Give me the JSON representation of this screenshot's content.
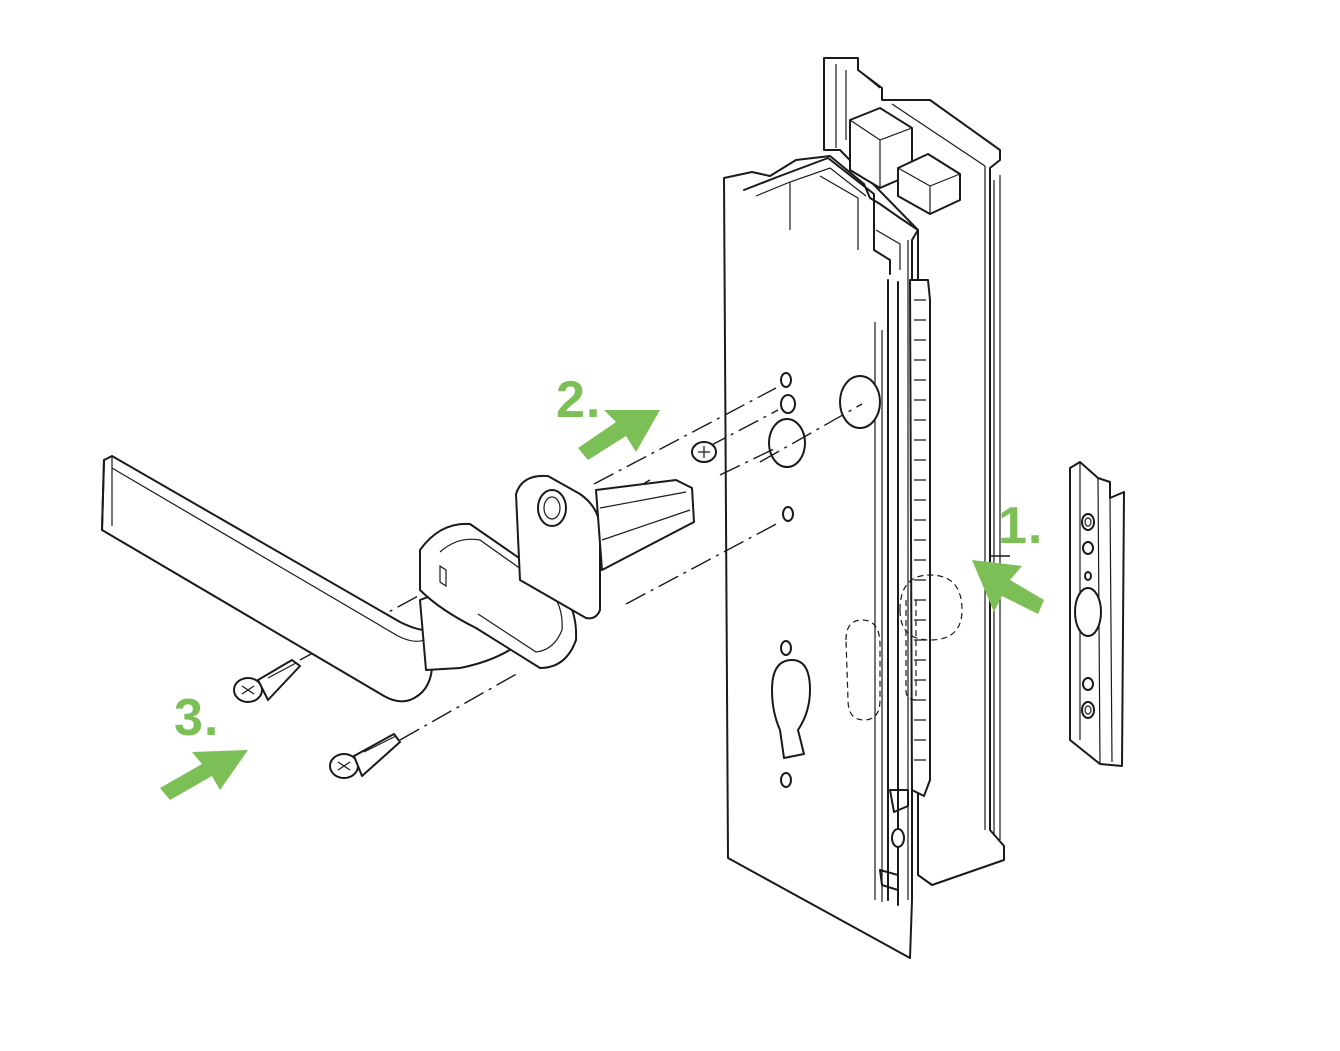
{
  "steps": [
    {
      "number": "1.",
      "description_id": "insert-gearbox-into-profile"
    },
    {
      "number": "2.",
      "description_id": "attach-handle-base-with-screw"
    },
    {
      "number": "3.",
      "description_id": "fix-handle-with-two-screws"
    }
  ],
  "colors": {
    "accent": "#7dbf57",
    "line": "#1a1a1a",
    "background": "#ffffff"
  },
  "icons": {
    "arrow": "green-block-arrow",
    "screw": "torx-countersunk-screw"
  }
}
